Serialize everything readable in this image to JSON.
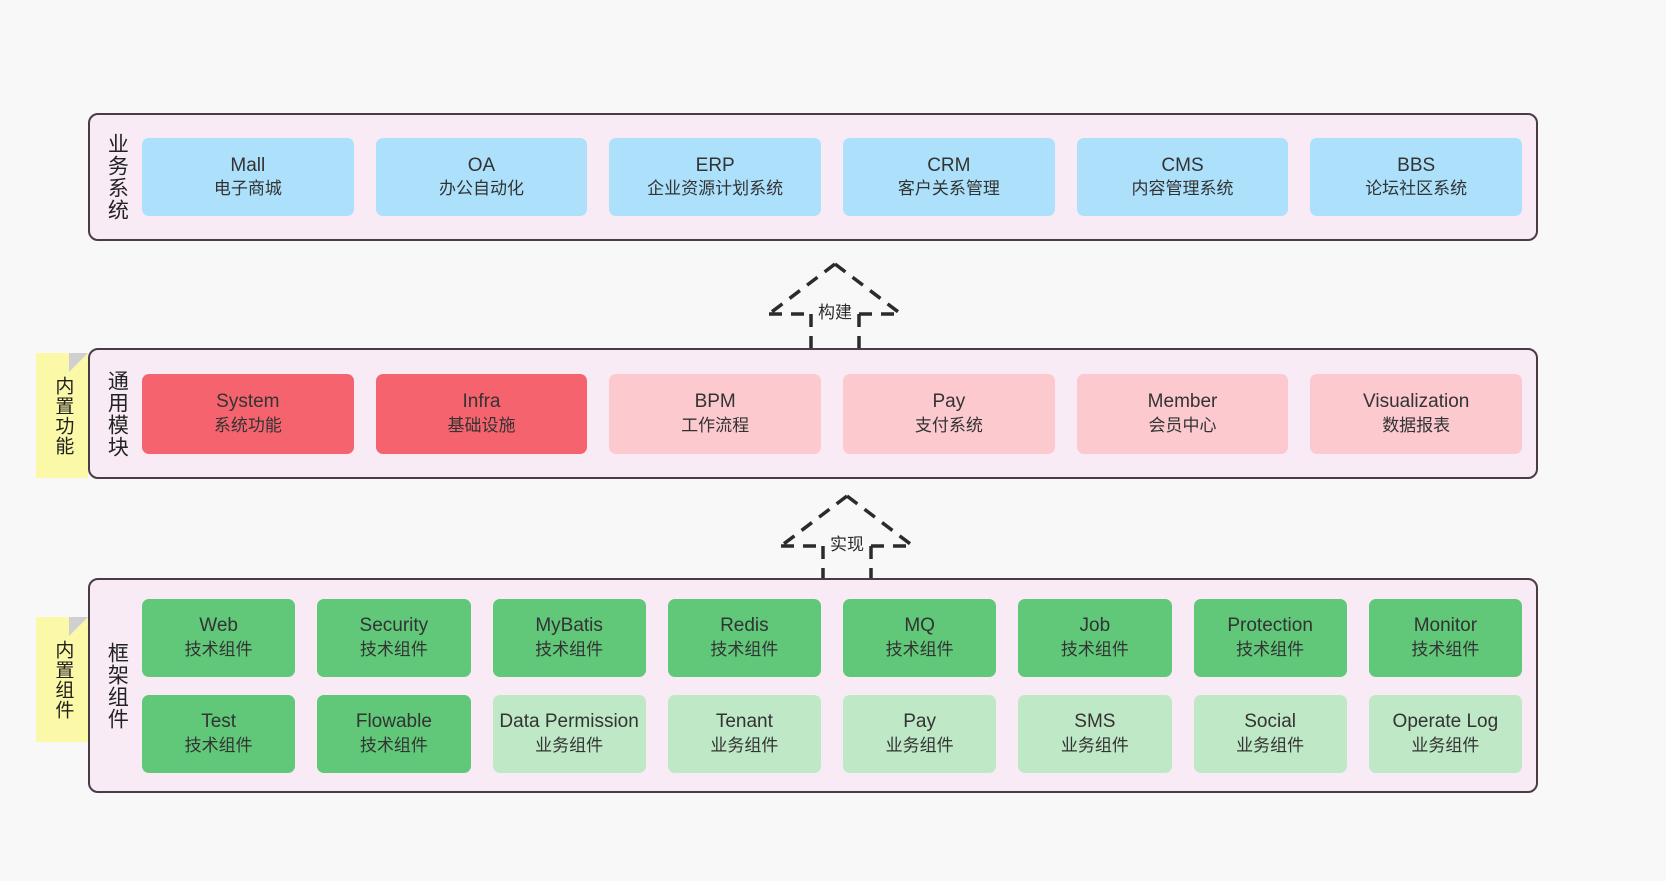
{
  "diagram": {
    "colors": {
      "layer_background": "#f8ebf5",
      "layer_border": "#4b3b46",
      "business_cell": "#ace0fb",
      "module_active": "#f5646e",
      "module_inactive": "#fbc9ce",
      "tech_component": "#60c878",
      "business_component": "#bfe8c6",
      "note_background": "#fbf8a8",
      "note_fold": "#d0d0d0",
      "text": "#333333"
    },
    "layers": [
      {
        "id": "business-systems",
        "title": "业务系统",
        "rows": [
          {
            "cells": [
              {
                "name": "mall",
                "primary": "Mall",
                "secondary": "电子商城",
                "style": "business"
              },
              {
                "name": "oa",
                "primary": "OA",
                "secondary": "办公自动化",
                "style": "business"
              },
              {
                "name": "erp",
                "primary": "ERP",
                "secondary": "企业资源计划系统",
                "style": "business"
              },
              {
                "name": "crm",
                "primary": "CRM",
                "secondary": "客户关系管理",
                "style": "business"
              },
              {
                "name": "cms",
                "primary": "CMS",
                "secondary": "内容管理系统",
                "style": "business"
              },
              {
                "name": "bbs",
                "primary": "BBS",
                "secondary": "论坛社区系统",
                "style": "business"
              }
            ]
          }
        ]
      },
      {
        "id": "common-modules",
        "title": "通用模块",
        "rows": [
          {
            "cells": [
              {
                "name": "system",
                "primary": "System",
                "secondary": "系统功能",
                "style": "module-active"
              },
              {
                "name": "infra",
                "primary": "Infra",
                "secondary": "基础设施",
                "style": "module-active"
              },
              {
                "name": "bpm",
                "primary": "BPM",
                "secondary": "工作流程",
                "style": "module-inactive"
              },
              {
                "name": "pay",
                "primary": "Pay",
                "secondary": "支付系统",
                "style": "module-inactive"
              },
              {
                "name": "member",
                "primary": "Member",
                "secondary": "会员中心",
                "style": "module-inactive"
              },
              {
                "name": "visualization",
                "primary": "Visualization",
                "secondary": "数据报表",
                "style": "module-inactive"
              }
            ]
          }
        ]
      },
      {
        "id": "framework-components",
        "title": "框架组件",
        "rows": [
          {
            "cells": [
              {
                "name": "web",
                "primary": "Web",
                "secondary": "技术组件",
                "style": "tech"
              },
              {
                "name": "security",
                "primary": "Security",
                "secondary": "技术组件",
                "style": "tech"
              },
              {
                "name": "mybatis",
                "primary": "MyBatis",
                "secondary": "技术组件",
                "style": "tech"
              },
              {
                "name": "redis",
                "primary": "Redis",
                "secondary": "技术组件",
                "style": "tech"
              },
              {
                "name": "mq",
                "primary": "MQ",
                "secondary": "技术组件",
                "style": "tech"
              },
              {
                "name": "job",
                "primary": "Job",
                "secondary": "技术组件",
                "style": "tech"
              },
              {
                "name": "protection",
                "primary": "Protection",
                "secondary": "技术组件",
                "style": "tech"
              },
              {
                "name": "monitor",
                "primary": "Monitor",
                "secondary": "技术组件",
                "style": "tech"
              }
            ]
          },
          {
            "cells": [
              {
                "name": "test",
                "primary": "Test",
                "secondary": "技术组件",
                "style": "tech"
              },
              {
                "name": "flowable",
                "primary": "Flowable",
                "secondary": "技术组件",
                "style": "tech"
              },
              {
                "name": "data-permission",
                "primary": "Data Permission",
                "secondary": "业务组件",
                "style": "biz-component"
              },
              {
                "name": "tenant",
                "primary": "Tenant",
                "secondary": "业务组件",
                "style": "biz-component"
              },
              {
                "name": "pay",
                "primary": "Pay",
                "secondary": "业务组件",
                "style": "biz-component"
              },
              {
                "name": "sms",
                "primary": "SMS",
                "secondary": "业务组件",
                "style": "biz-component"
              },
              {
                "name": "social",
                "primary": "Social",
                "secondary": "业务组件",
                "style": "biz-component"
              },
              {
                "name": "operate-log",
                "primary": "Operate Log",
                "secondary": "业务组件",
                "style": "biz-component"
              }
            ]
          }
        ]
      }
    ],
    "notes": [
      {
        "id": "builtin-features",
        "text": "内置功能"
      },
      {
        "id": "builtin-components",
        "text": "内置组件"
      }
    ],
    "relations": [
      {
        "id": "build",
        "label": "构建"
      },
      {
        "id": "realize",
        "label": "实现"
      }
    ]
  }
}
